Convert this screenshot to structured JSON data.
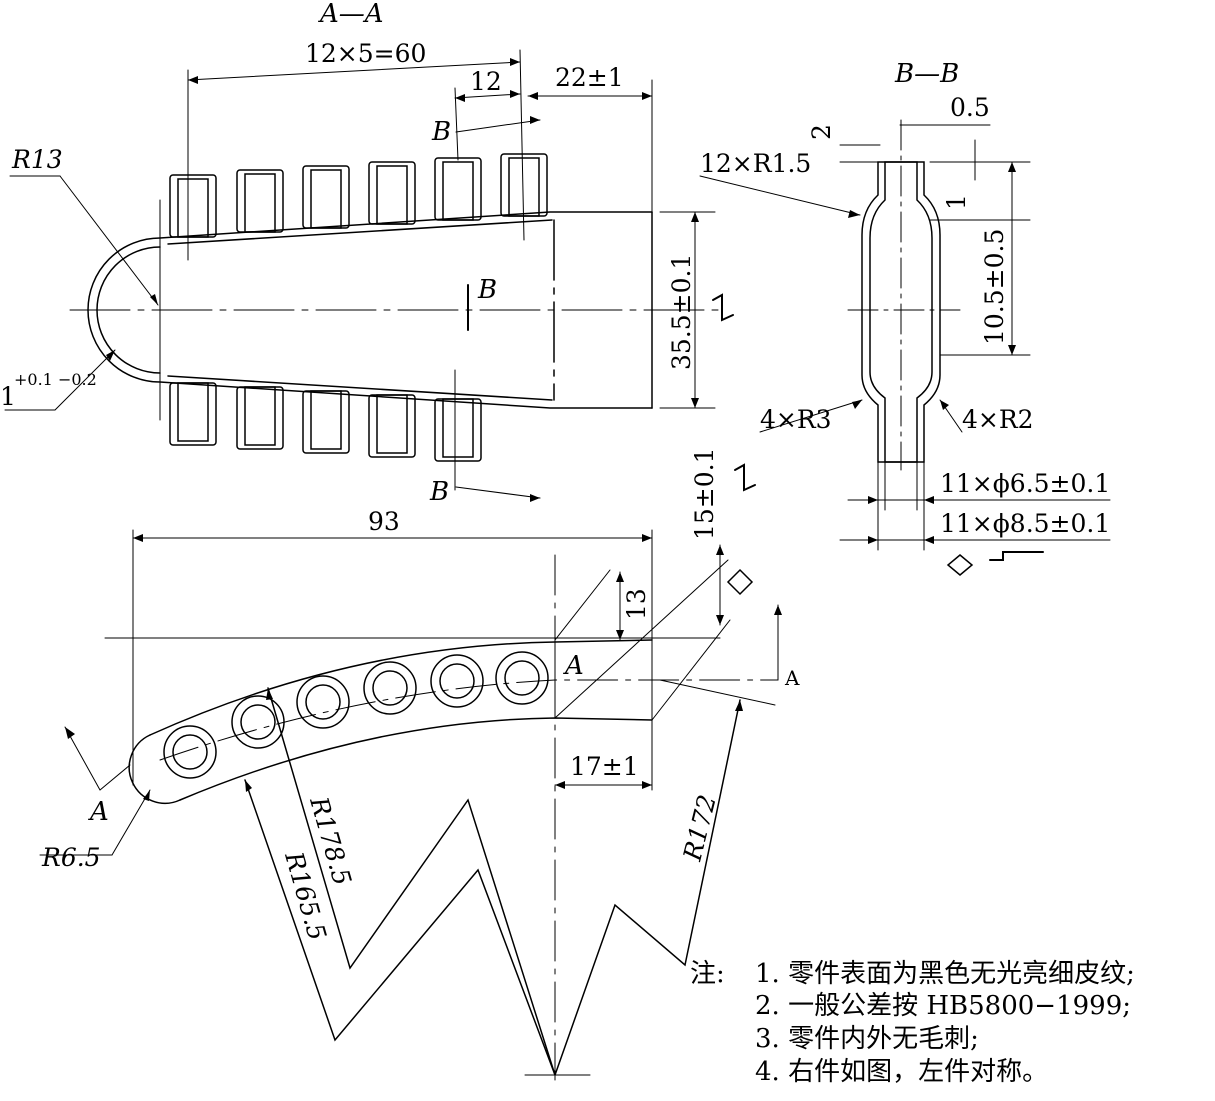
{
  "section_aa": {
    "title": "A—A",
    "dim_pitch_total": "12×5=60",
    "dim_pitch": "12",
    "dim_end": "22±1",
    "dim_radius": "R13",
    "dim_wall": "1",
    "dim_wall_tol": "+0.1 −0.2",
    "dim_height": "35.5±0.1",
    "section_marker": "B"
  },
  "section_bb": {
    "title": "B—B",
    "dim_fillet_small": "12×R1.5",
    "dim_top_len": "2",
    "dim_wall_top": "0.5",
    "dim_wall_side": "1",
    "dim_body": "10.5±0.5",
    "dim_r3": "4×R3",
    "dim_r2": "4×R2",
    "dim_hole_inner": "11×ϕ6.5±0.1",
    "dim_hole_outer": "11×ϕ8.5±0.1"
  },
  "plan_view": {
    "dim_length": "93",
    "dim_width": "15±0.1",
    "dim_offset": "13",
    "dim_end": "17±1",
    "dim_r_end": "R6.5",
    "dim_r1": "R178.5",
    "dim_r2": "R165.5",
    "dim_r3": "R172",
    "section_marker": "A",
    "section_marker_right": "A"
  },
  "notes": {
    "label": "注:",
    "items": [
      "1. 零件表面为黑色无光亮细皮纹;",
      "2. 一般公差按 HB5800−1999;",
      "3. 零件内外无毛刺;",
      "4. 右件如图，左件对称。"
    ]
  },
  "colors": {
    "ink": "#000000",
    "background": "#ffffff"
  }
}
